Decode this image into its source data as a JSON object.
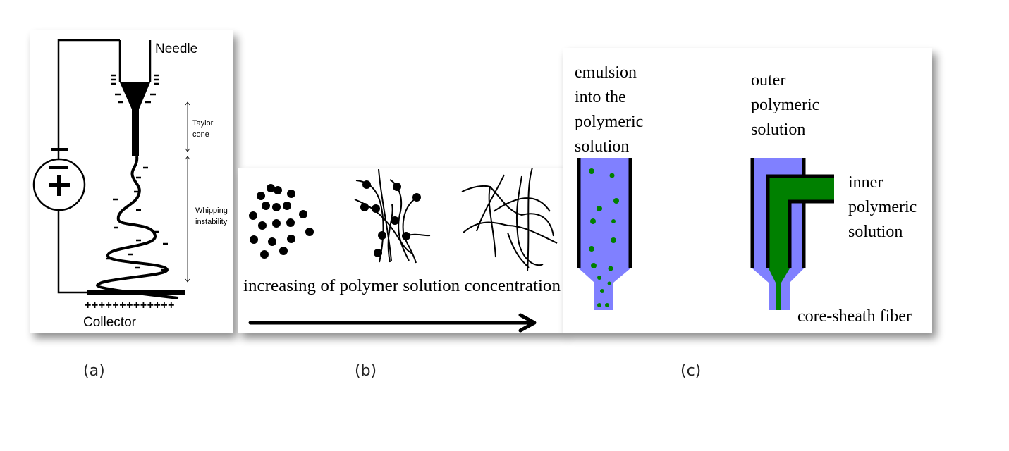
{
  "panel_a": {
    "needle": "Needle",
    "taylor_cone": [
      "Taylor",
      "cone"
    ],
    "whipping": [
      "Whipping",
      "instability"
    ],
    "collector": "Collector",
    "collector_charges": "+++++++++++++",
    "source_minus": "−",
    "source_plus": "+"
  },
  "panel_b": {
    "caption": "increasing of polymer solution concentration"
  },
  "panel_c": {
    "emulsion": [
      "emulsion",
      "into the",
      "polymeric",
      "solution"
    ],
    "outer": [
      "outer",
      "polymeric",
      "solution"
    ],
    "inner": [
      "inner",
      "polymeric",
      "solution"
    ],
    "fiber": "core-sheath fiber",
    "colors": {
      "sheath": "#8080ff",
      "core": "#008000"
    }
  },
  "labels": [
    "(a)",
    "(b)",
    "(c)"
  ]
}
